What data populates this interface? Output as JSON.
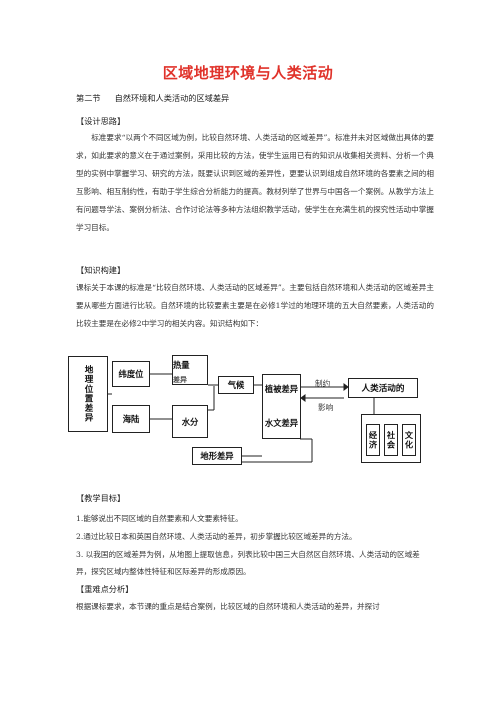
{
  "title": "区域地理环境与人类活动",
  "section": {
    "number": "第二节",
    "name": "自然环境和人类活动的区域差异"
  },
  "design": {
    "heading": "【设计思路】",
    "text": "标准要求“以两个不同区域为例，比较自然环境、人类活动的区域差异”。标准并未对区域做出具体的要求，如此要求的意义在于通过案例，采用比较的方法，使学生运用已有的知识从收集相关资料、分析一个典型的实例中掌握学习、研究的方法，既要认识到区域的差异性，更要认识到组成自然环境的各要素之间的相互影响、相互制约性，有助于学生综合分析能力的提高。教材列举了世界与中国各一个案例。从教学方法上有问题导学法、案例分析法、合作讨论法等多种方法组织教学活动，使学生在充满生机的探究性活动中掌握学习目标。"
  },
  "structure": {
    "heading": "【知识构建】",
    "text": "课标关于本课的标准是“比较自然环境、人类活动的区域差异”。主要包括自然环境和人类活动的区域差异主要从哪些方面进行比较。自然环境的比较要素主要是在必修1学过的地理环境的五大自然要素，人类活动的比较主要是在必修2中学习的相关内容。知识结构如下："
  },
  "diagram": {
    "geo_position": "地理位置差异",
    "latitude": "纬度位",
    "land_sea": "海陆",
    "heat": "热量",
    "water": "水分",
    "climate": "气候",
    "terrain": "地形差异",
    "vegetation": "植被差异",
    "hydrology": "水文差异",
    "human": "人类活动的",
    "economy": "经济",
    "society": "社会",
    "culture": "文化",
    "restrict": "制约",
    "influence": "影响",
    "overlap": "差异"
  },
  "objectives": {
    "heading": "【教学目标】",
    "items": [
      "1.能够说出不同区域的自然要素和人文要素特征。",
      "2.通过比较日本和英国自然环境、人类活动的差异，初步掌握比较区域差异的方法。",
      "3. 以我国的区域差异为例，从地图上提取信息，列表比较中国三大自然区自然环境、人类活动的区域差异，探究区域内整体性特征和区际差异的形成原因。"
    ]
  },
  "keypoints": {
    "heading": "【重难点分析】",
    "text": "根据课标要求，本节课的重点是结合案例，比较区域的自然环境和人类活动的差异，并探讨"
  }
}
